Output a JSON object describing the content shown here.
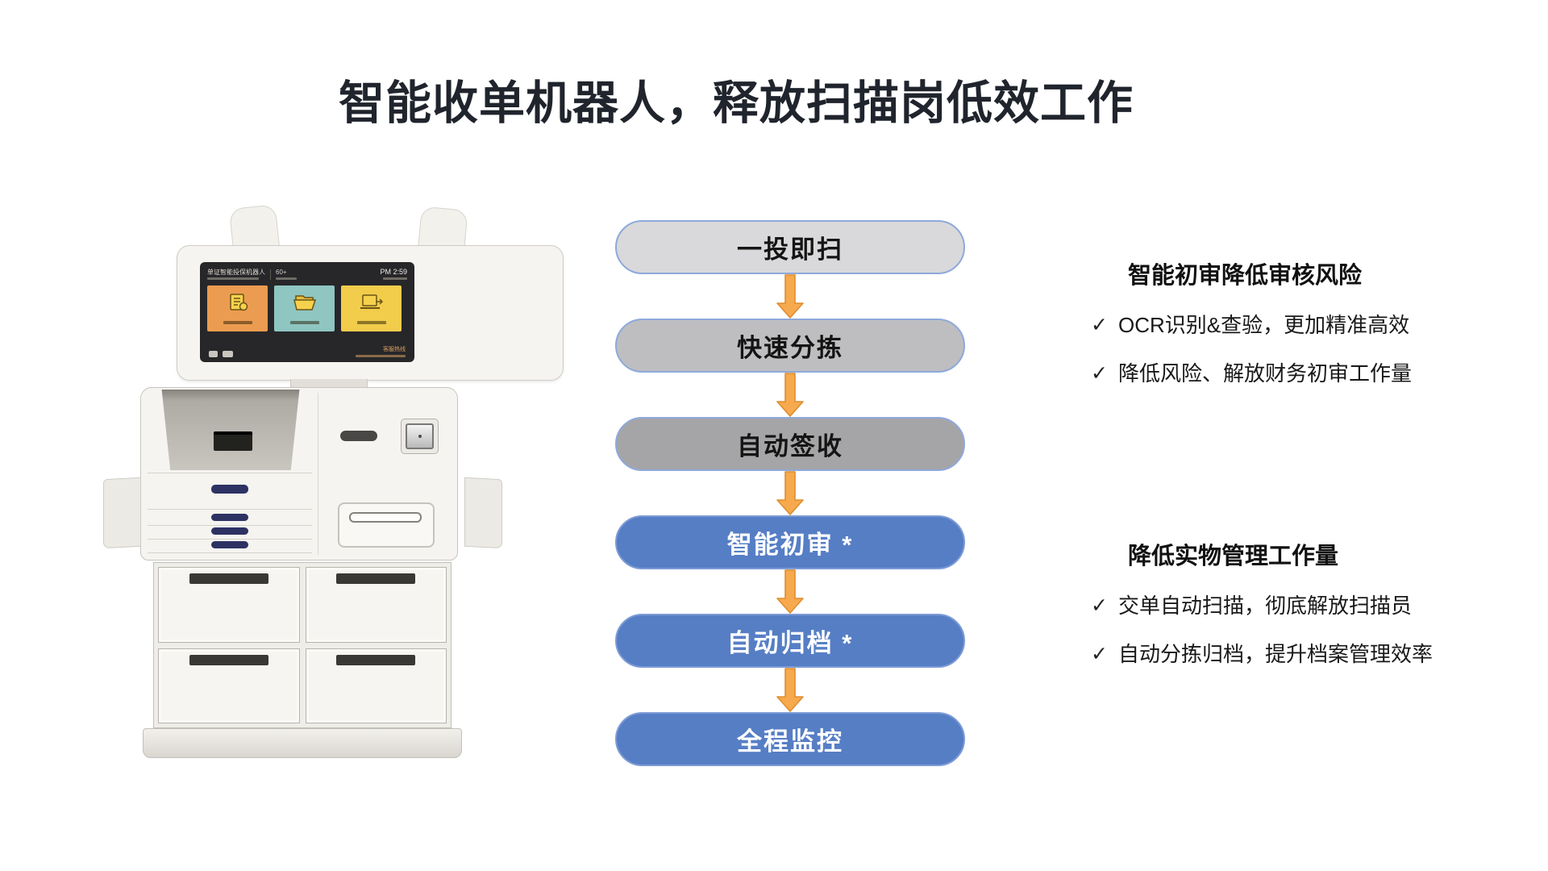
{
  "title": "智能收单机器人，释放扫描岗低效工作",
  "colors": {
    "pill_border": "#8ea9db",
    "pill_gray_light": "#d9d9db",
    "pill_gray_mid": "#bebec0",
    "pill_gray_dark": "#a5a5a7",
    "pill_blue": "#567ec5",
    "arrow_fill": "#f7a94e",
    "arrow_stroke": "#de8e2f",
    "tile_orange": "#ec9c50",
    "tile_teal": "#8fc6c2",
    "tile_yellow": "#f2cc4b"
  },
  "flow": {
    "steps": [
      {
        "label": "一投即扫"
      },
      {
        "label": "快速分拣"
      },
      {
        "label": "自动签收"
      },
      {
        "label": "智能初审 *"
      },
      {
        "label": "自动归档 *"
      },
      {
        "label": "全程监控"
      }
    ]
  },
  "benefits": [
    {
      "heading": "智能初审降低审核风险",
      "items": [
        {
          "mark": "✓",
          "text": "OCR识别&查验，更加精准高效"
        },
        {
          "mark": "✓",
          "text": "降低风险、解放财务初审工作量"
        }
      ]
    },
    {
      "heading": "降低实物管理工作量",
      "items": [
        {
          "mark": "✓",
          "text": "交单自动扫描，彻底解放扫描员"
        },
        {
          "mark": "✓",
          "text": "自动分拣归档，提升档案管理效率"
        }
      ]
    }
  ],
  "device": {
    "screen": {
      "app_title": "单证智能投保机器人",
      "counter": "60+",
      "clock": "PM 2:59",
      "hotline_label": "客服热线"
    }
  }
}
